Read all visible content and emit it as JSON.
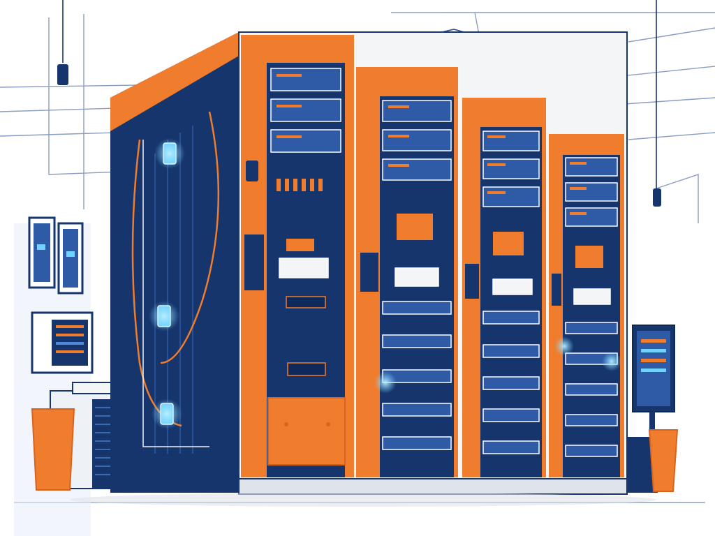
{
  "scene": {
    "subject": "server-racks",
    "style": "flat-illustration",
    "colors": {
      "background": "#ffffff",
      "line": "#2a4d8f",
      "navy": "#16356c",
      "navy_dark": "#0f2a5a",
      "blue": "#2e5aa6",
      "blue_light": "#4f8ad9",
      "glow": "#6fd2ff",
      "orange": "#f07d2e",
      "orange_dark": "#d9621c",
      "grey": "#dfe3ea",
      "frame": "#f4f5f7"
    },
    "cabinets": [
      {
        "name": "cabinet-1",
        "units": 3,
        "unit_type": "server-unit",
        "lower": "orange-panel"
      },
      {
        "name": "cabinet-2",
        "units": 3,
        "unit_type": "server-unit",
        "lower": "drive-shelves",
        "shelves": 5
      },
      {
        "name": "cabinet-3",
        "units": 3,
        "unit_type": "server-unit",
        "lower": "drive-shelves",
        "shelves": 5
      },
      {
        "name": "cabinet-4",
        "units": 3,
        "unit_type": "server-unit",
        "lower": "drive-shelves",
        "shelves": 5
      }
    ],
    "props": [
      "wall-panel-left",
      "equipment-box-left",
      "orange-stand-left",
      "wall-monitor-right",
      "orange-stand-right",
      "ceiling-vent",
      "cable-lines"
    ]
  }
}
